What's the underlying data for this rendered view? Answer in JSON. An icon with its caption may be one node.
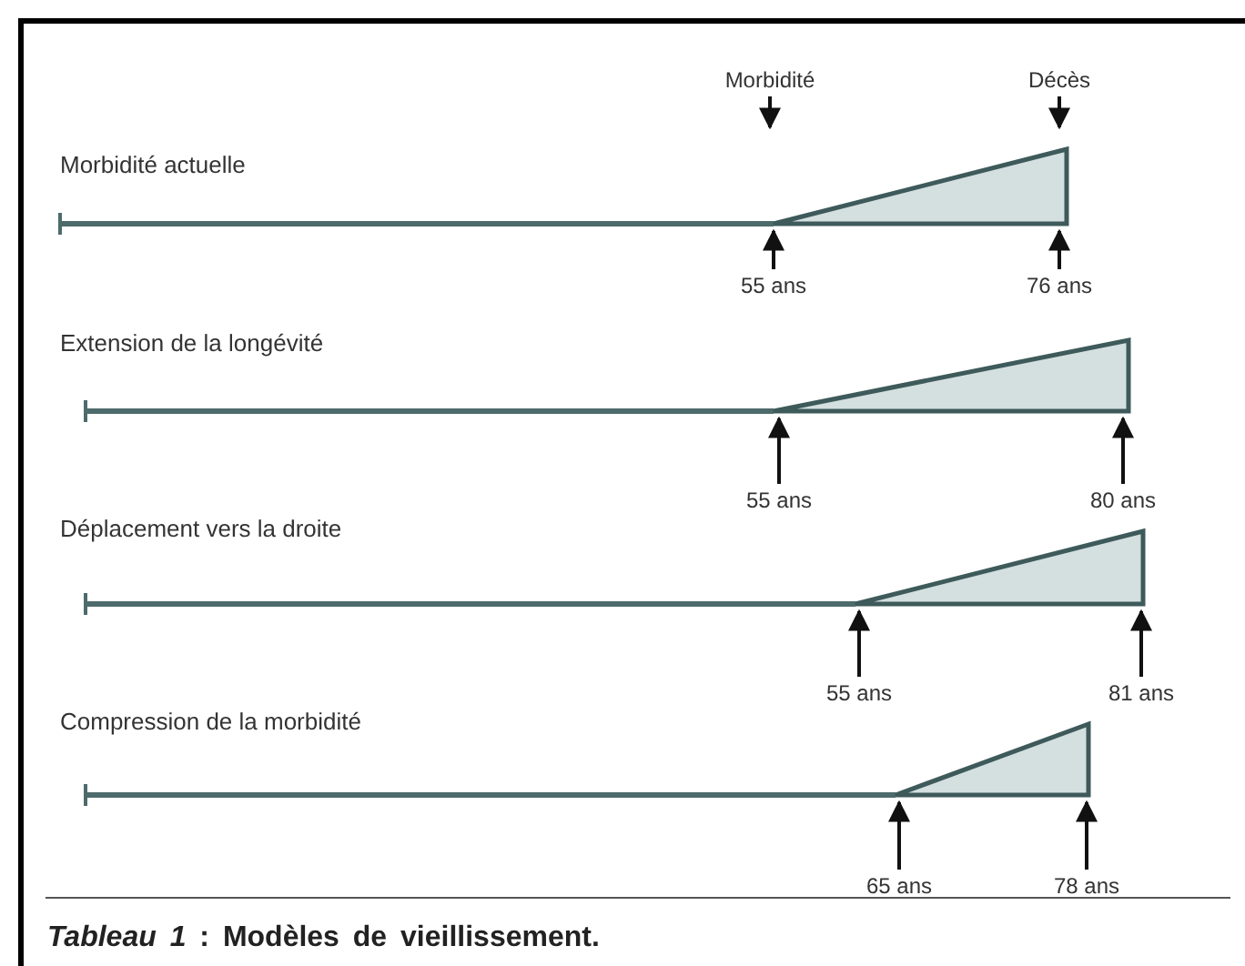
{
  "diagram": {
    "caption": "*Tableau 1* : Modèles de vieillissement.",
    "nodes": [
      {
        "text": [
          "Morbidité"
        ]
      },
      {
        "text": [
          "Décès"
        ]
      },
      {
        "text": [
          "55 ans"
        ]
      },
      {
        "text": [
          "76 ans"
        ]
      },
      {
        "text": [
          "55 ans"
        ]
      },
      {
        "text": [
          "80 ans"
        ]
      },
      {
        "text": [
          "55 ans"
        ]
      },
      {
        "text": [
          "81 ans"
        ]
      },
      {
        "text": [
          "65 ans"
        ]
      },
      {
        "text": [
          "78 ans"
        ]
      }
    ],
    "edges": [
      {
        "from": 0,
        "to": null,
        "arrow": "to"
      },
      {
        "from": 1,
        "to": null,
        "arrow": "to"
      },
      {
        "from": 2,
        "to": null,
        "arrow": "to"
      },
      {
        "from": 3,
        "to": null,
        "arrow": "to"
      },
      {
        "from": 4,
        "to": null,
        "arrow": "to"
      },
      {
        "from": 5,
        "to": null,
        "arrow": "to"
      },
      {
        "from": 6,
        "to": null,
        "arrow": "to"
      },
      {
        "from": 7,
        "to": null,
        "arrow": "to"
      },
      {
        "from": 8,
        "to": null,
        "arrow": "to"
      },
      {
        "from": 9,
        "to": null,
        "arrow": "to"
      }
    ],
    "labels": [
      "Morbidité actuelle",
      "Extension de la longévité",
      "Déplacement vers la droite",
      "Compression de la morbidité"
    ]
  }
}
